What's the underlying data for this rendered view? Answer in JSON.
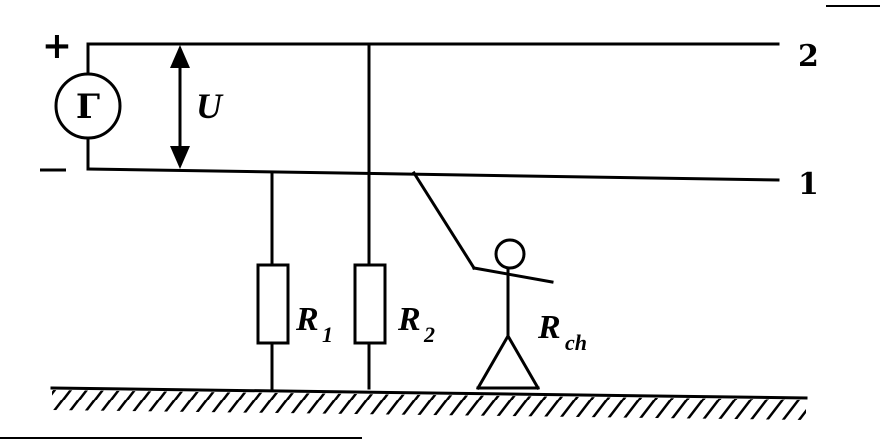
{
  "labels": {
    "plus": "+",
    "minus": "−",
    "generator": "Γ",
    "voltage": "U",
    "wire_top": "2",
    "wire_bottom": "1",
    "r1_main": "R",
    "r1_sub": "1",
    "r2_main": "R",
    "r2_sub": "2",
    "rch_main": "R",
    "rch_sub": "ch"
  }
}
